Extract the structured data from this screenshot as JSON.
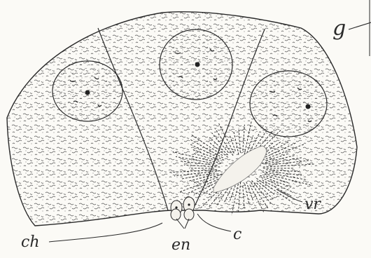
{
  "figure": {
    "labels": {
      "g": "g",
      "vr": "vr",
      "ch": "ch",
      "c": "c",
      "en": "en"
    },
    "colors": {
      "ink": "#2a2a2a",
      "paper": "#fbfaf6"
    }
  }
}
